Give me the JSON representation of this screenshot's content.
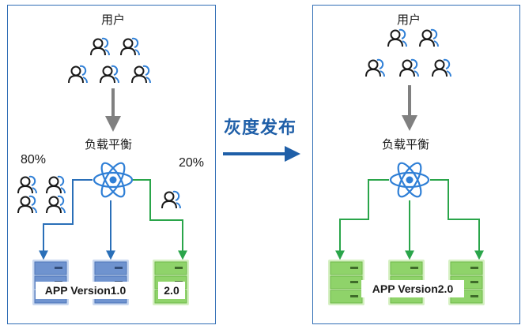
{
  "left": {
    "users_label": "用户",
    "lb_label": "负载平衡",
    "pct_v1": "80%",
    "pct_v2": "20%",
    "server_v1_label": "APP Version1.0",
    "server_v2_label": "2.0"
  },
  "middle": {
    "arrow_label": "灰度发布"
  },
  "right": {
    "users_label": "用户",
    "lb_label": "负载平衡",
    "server_label": "APP Version2.0"
  },
  "colors": {
    "frame": "#2f6db5",
    "v1_link": "#2a6fb8",
    "v2_link": "#2aa54a",
    "v1_server": "#6f93cf",
    "v2_server": "#8fd36a",
    "gray_arrow": "#808080",
    "atom": "#2f7fd6"
  }
}
